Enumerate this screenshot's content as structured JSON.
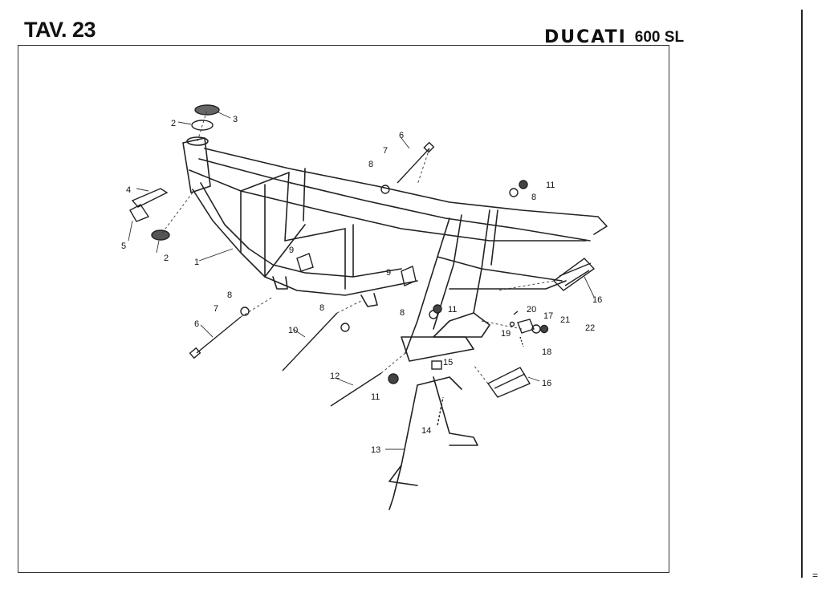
{
  "header": {
    "plate": "TAV. 23",
    "brand": "DUCATI",
    "model": "600 SL"
  },
  "callouts": [
    {
      "label": "1"
    },
    {
      "label": "2"
    },
    {
      "label": "2"
    },
    {
      "label": "3"
    },
    {
      "label": "4"
    },
    {
      "label": "5"
    },
    {
      "label": "6"
    },
    {
      "label": "6"
    },
    {
      "label": "7"
    },
    {
      "label": "7"
    },
    {
      "label": "8"
    },
    {
      "label": "8"
    },
    {
      "label": "8"
    },
    {
      "label": "8"
    },
    {
      "label": "8"
    },
    {
      "label": "9"
    },
    {
      "label": "9"
    },
    {
      "label": "10"
    },
    {
      "label": "11"
    },
    {
      "label": "11"
    },
    {
      "label": "11"
    },
    {
      "label": "12"
    },
    {
      "label": "13"
    },
    {
      "label": "14"
    },
    {
      "label": "15"
    },
    {
      "label": "16"
    },
    {
      "label": "16"
    },
    {
      "label": "17"
    },
    {
      "label": "18"
    },
    {
      "label": "19"
    },
    {
      "label": "20"
    },
    {
      "label": "21"
    },
    {
      "label": "22"
    }
  ]
}
